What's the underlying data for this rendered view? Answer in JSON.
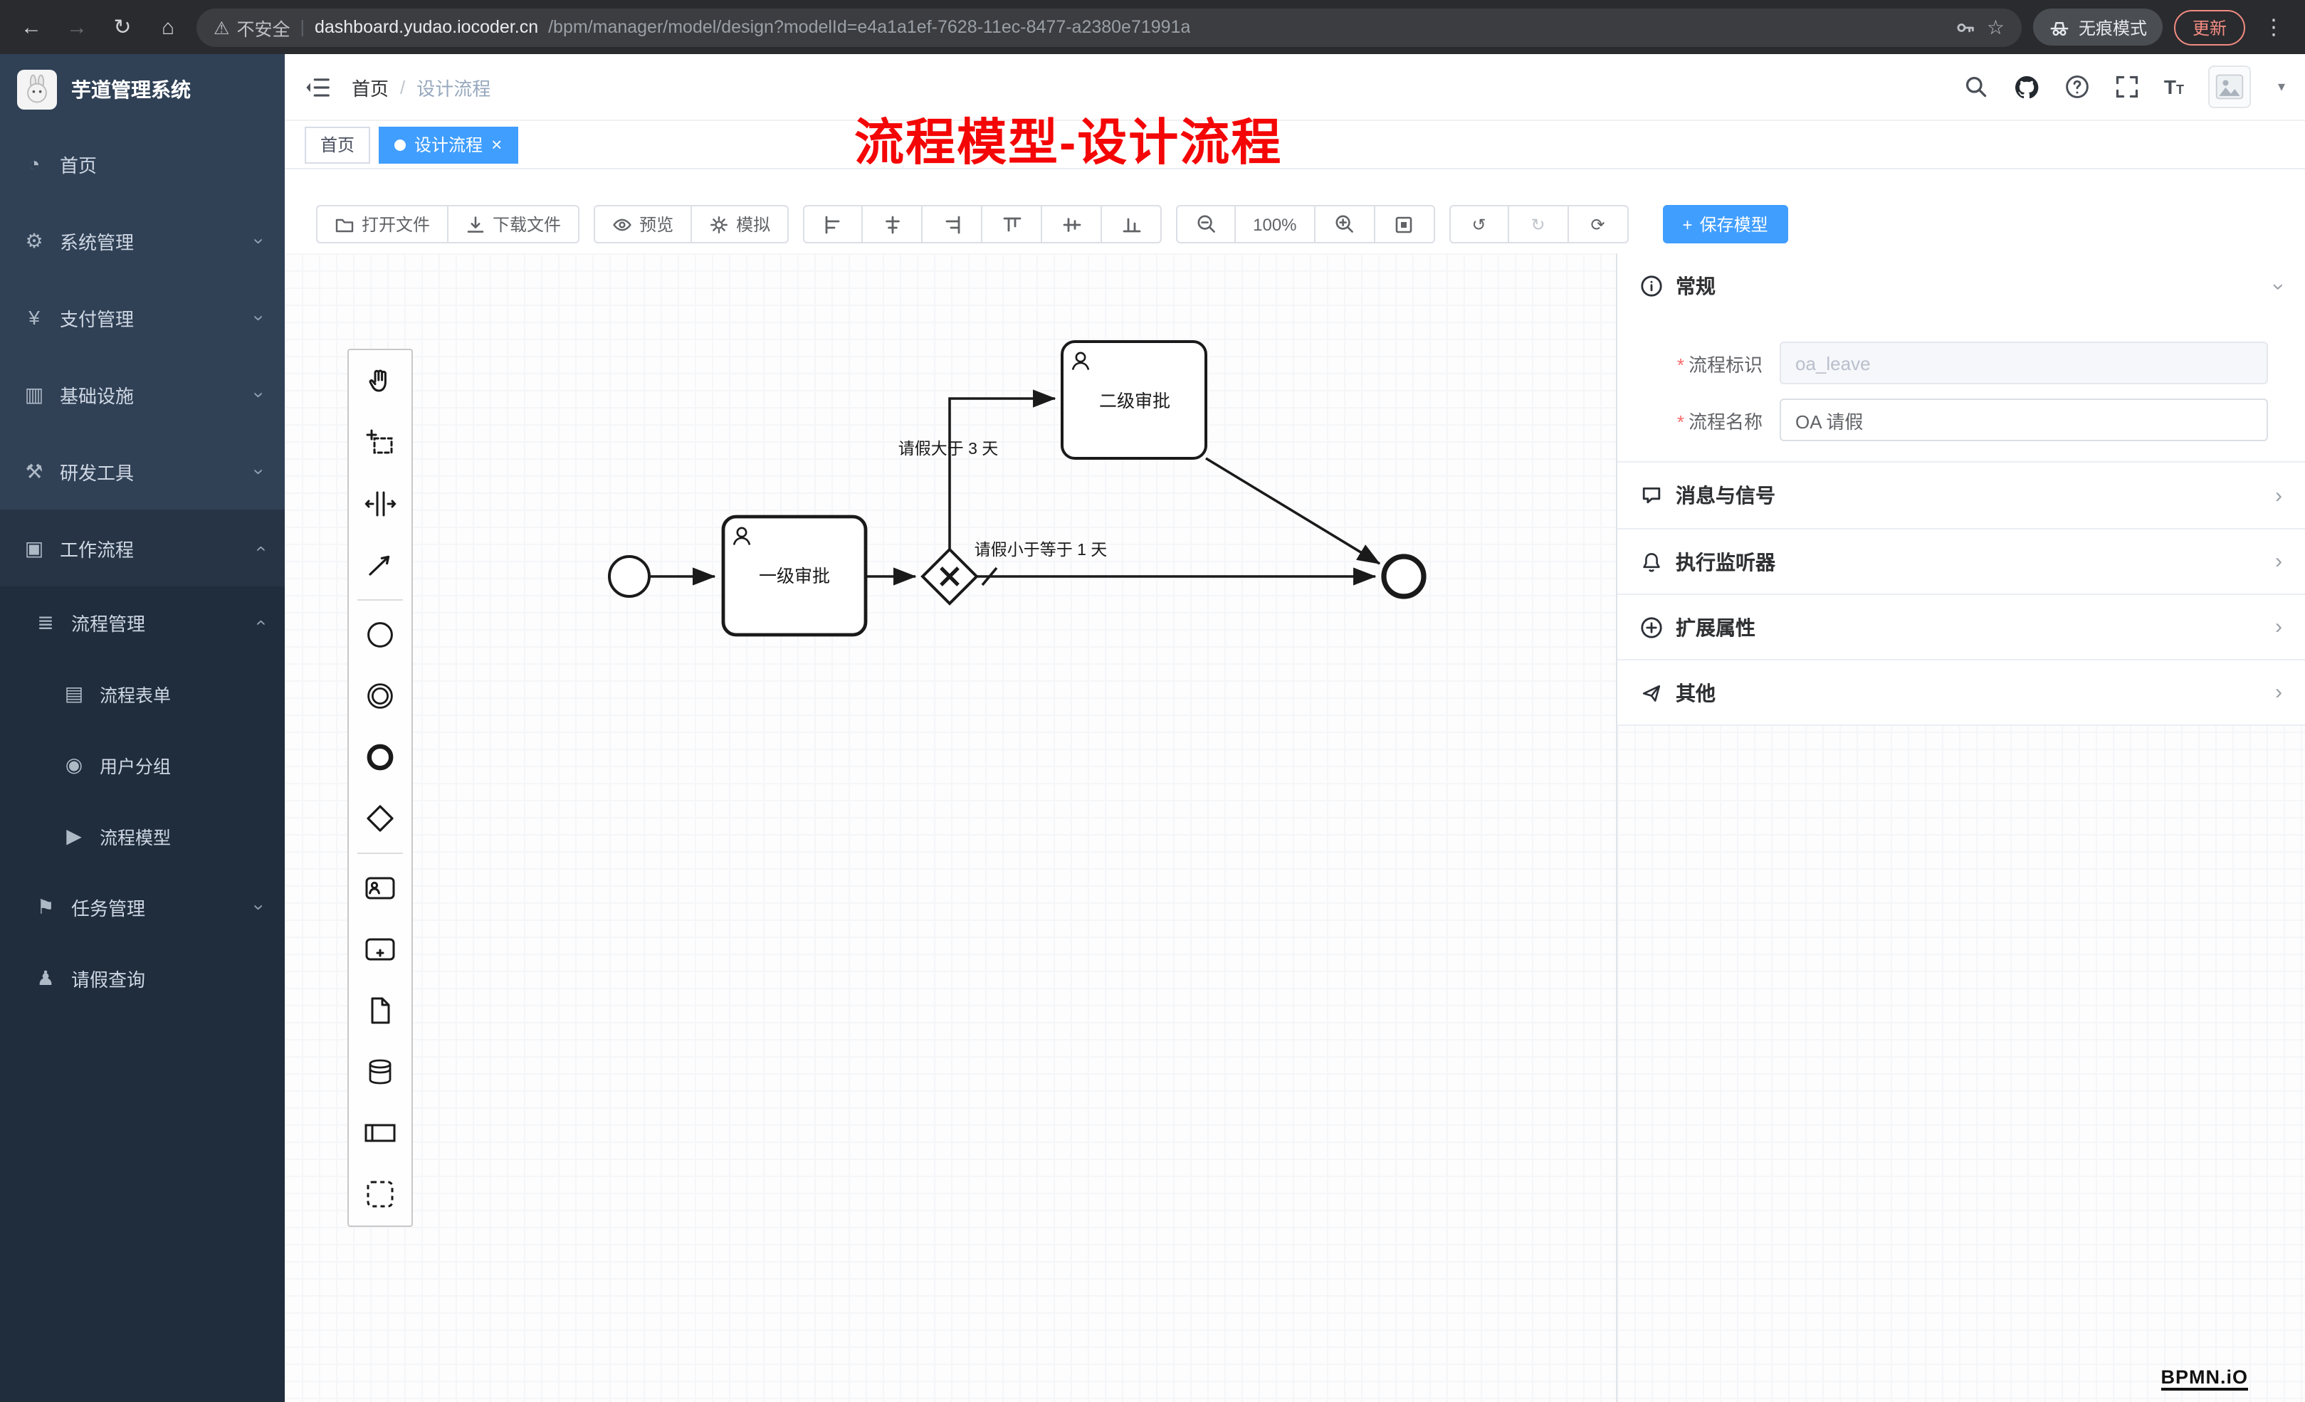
{
  "browser": {
    "security_label": "不安全",
    "url_host": "dashboard.yudao.iocoder.cn",
    "url_path": "/bpm/manager/model/design?modelId=e4a1a1ef-7628-11ec-8477-a2380e71991a",
    "incognito_label": "无痕模式",
    "update_label": "更新"
  },
  "icons": {
    "chevron": "›",
    "back": "←",
    "forward": "→",
    "reload": "↻",
    "home": "⌂",
    "warning": "⚠",
    "star": "☆",
    "dots": "⋮",
    "divider": "|",
    "dashboard": "◔",
    "gear": "⚙",
    "yen": "¥",
    "grid": "▥",
    "tools": "⚒",
    "workflow": "▣",
    "list": "≣",
    "form": "▤",
    "group": "◉",
    "model": "▶",
    "flag": "⚑",
    "person": "♟",
    "undo": "↺",
    "redo": "↻",
    "refresh": "⟳",
    "plus": "+",
    "close": "×",
    "caret": "▾",
    "asterisk": "*"
  },
  "sidebar": {
    "logo_title": "芋道管理系统",
    "items": [
      {
        "label": "首页"
      },
      {
        "label": "系统管理"
      },
      {
        "label": "支付管理"
      },
      {
        "label": "基础设施"
      },
      {
        "label": "研发工具"
      },
      {
        "label": "工作流程"
      },
      {
        "label": "流程管理"
      },
      {
        "label": "流程表单"
      },
      {
        "label": "用户分组"
      },
      {
        "label": "流程模型"
      },
      {
        "label": "任务管理"
      },
      {
        "label": "请假查询"
      }
    ]
  },
  "header": {
    "breadcrumb_home": "首页",
    "breadcrumb_sep": "/",
    "breadcrumb_current": "设计流程"
  },
  "annotation": "流程模型-设计流程",
  "tabs": {
    "home": "首页",
    "current": "设计流程"
  },
  "toolbar": {
    "open": "打开文件",
    "download": "下载文件",
    "preview": "预览",
    "simulate": "模拟",
    "zoom": "100%",
    "save": "保存模型"
  },
  "diagram": {
    "task1": "一级审批",
    "task2": "二级审批",
    "edge_gt": "请假大于 3 天",
    "edge_lte": "请假小于等于 1 天"
  },
  "panel": {
    "general": "常规",
    "field_key_label": "流程标识",
    "field_key_value": "oa_leave",
    "field_name_label": "流程名称",
    "field_name_value": "OA 请假",
    "sections": [
      "消息与信号",
      "执行监听器",
      "扩展属性",
      "其他"
    ]
  },
  "watermark": "BPMN.iO"
}
